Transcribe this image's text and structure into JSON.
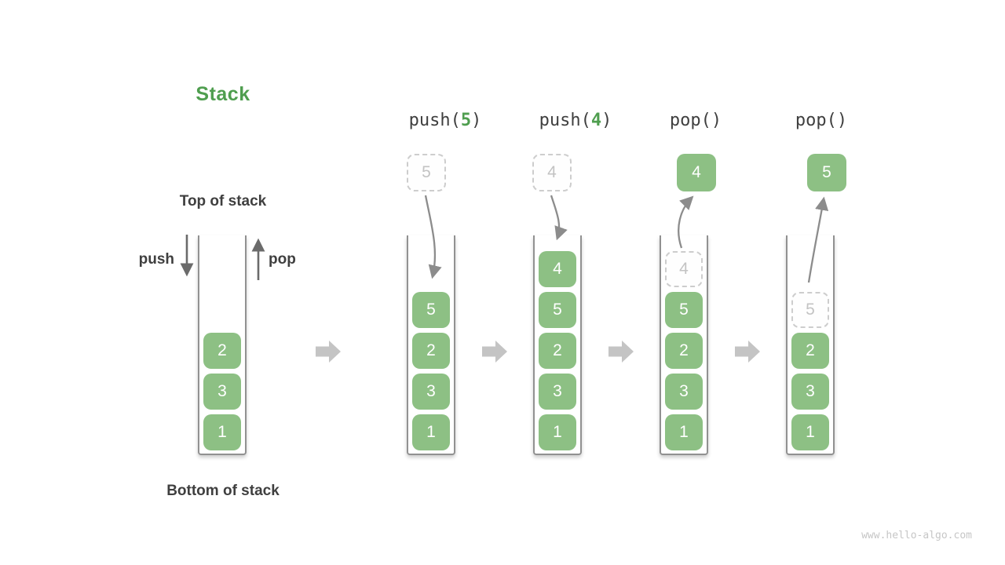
{
  "title": "Stack",
  "annotations": {
    "top_of_stack": "Top of stack",
    "bottom_of_stack": "Bottom of stack",
    "push": "push",
    "pop": "pop"
  },
  "operations": [
    {
      "fn": "push(",
      "arg": "5",
      "close": ")"
    },
    {
      "fn": "push(",
      "arg": "4",
      "close": ")"
    },
    {
      "fn": "pop(",
      "arg": "",
      "close": ")"
    },
    {
      "fn": "pop(",
      "arg": "",
      "close": ")"
    }
  ],
  "floating": [
    {
      "value": "5",
      "style": "dashed"
    },
    {
      "value": "4",
      "style": "dashed"
    },
    {
      "value": "4",
      "style": "solid"
    },
    {
      "value": "5",
      "style": "solid"
    }
  ],
  "stacks": [
    {
      "cells": [
        {
          "value": "2",
          "style": "solid"
        },
        {
          "value": "3",
          "style": "solid"
        },
        {
          "value": "1",
          "style": "solid"
        }
      ]
    },
    {
      "cells": [
        {
          "value": "5",
          "style": "solid"
        },
        {
          "value": "2",
          "style": "solid"
        },
        {
          "value": "3",
          "style": "solid"
        },
        {
          "value": "1",
          "style": "solid"
        }
      ]
    },
    {
      "cells": [
        {
          "value": "4",
          "style": "solid"
        },
        {
          "value": "5",
          "style": "solid"
        },
        {
          "value": "2",
          "style": "solid"
        },
        {
          "value": "3",
          "style": "solid"
        },
        {
          "value": "1",
          "style": "solid"
        }
      ]
    },
    {
      "cells": [
        {
          "value": "4",
          "style": "dashed"
        },
        {
          "value": "5",
          "style": "solid"
        },
        {
          "value": "2",
          "style": "solid"
        },
        {
          "value": "3",
          "style": "solid"
        },
        {
          "value": "1",
          "style": "solid"
        }
      ]
    },
    {
      "cells": [
        {
          "value": "5",
          "style": "dashed"
        },
        {
          "value": "2",
          "style": "solid"
        },
        {
          "value": "3",
          "style": "solid"
        },
        {
          "value": "1",
          "style": "solid"
        }
      ]
    }
  ],
  "watermark": "www.hello-algo.com",
  "colors": {
    "title_green": "#4f9e4f",
    "box_green": "#8dc084",
    "text_dark": "#3f3f3f",
    "flow_arrow_gray": "#c4c4c4",
    "curve_arrow_gray": "#8c8c8c",
    "dashed_border_gray": "#cdcdcd",
    "dashed_text_gray": "#c3c3c3",
    "watermark_gray": "#c6c6c6"
  }
}
